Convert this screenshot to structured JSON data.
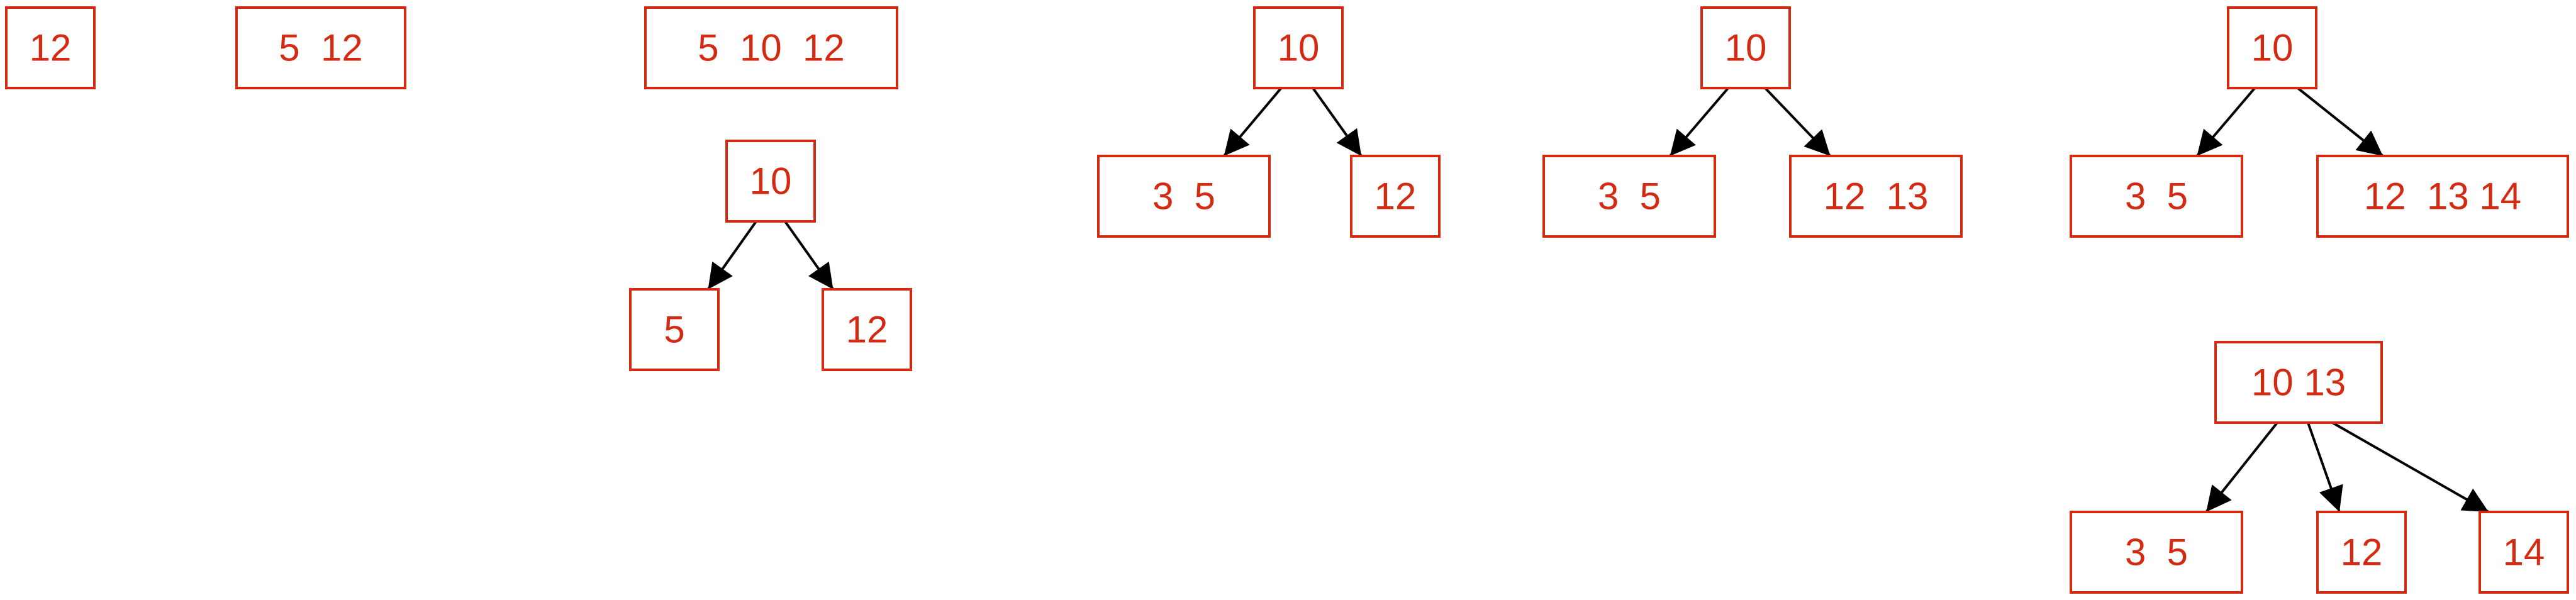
{
  "colors": {
    "node": "#d42a12",
    "edge": "#000000"
  },
  "diagram": {
    "nodes": [
      {
        "id": "s1",
        "label": "12"
      },
      {
        "id": "s2",
        "label": "5  12"
      },
      {
        "id": "s3",
        "label": "5  10  12"
      },
      {
        "id": "s4-root",
        "label": "10"
      },
      {
        "id": "s4-left",
        "label": "5"
      },
      {
        "id": "s4-right",
        "label": "12"
      },
      {
        "id": "s5-root",
        "label": "10"
      },
      {
        "id": "s5-left",
        "label": "3  5"
      },
      {
        "id": "s5-right",
        "label": "12"
      },
      {
        "id": "s6-root",
        "label": "10"
      },
      {
        "id": "s6-left",
        "label": "3  5"
      },
      {
        "id": "s6-right",
        "label": "12  13"
      },
      {
        "id": "s7-root",
        "label": "10"
      },
      {
        "id": "s7-left",
        "label": "3  5"
      },
      {
        "id": "s7-right",
        "label": "12  13 14"
      },
      {
        "id": "s8-root",
        "label": "10 13"
      },
      {
        "id": "s8-left",
        "label": "3  5"
      },
      {
        "id": "s8-mid",
        "label": "12"
      },
      {
        "id": "s8-right",
        "label": "14"
      }
    ],
    "edges": [
      {
        "from": "s4-root",
        "to": "s4-left"
      },
      {
        "from": "s4-root",
        "to": "s4-right"
      },
      {
        "from": "s5-root",
        "to": "s5-left"
      },
      {
        "from": "s5-root",
        "to": "s5-right"
      },
      {
        "from": "s6-root",
        "to": "s6-left"
      },
      {
        "from": "s6-root",
        "to": "s6-right"
      },
      {
        "from": "s7-root",
        "to": "s7-left"
      },
      {
        "from": "s7-root",
        "to": "s7-right"
      },
      {
        "from": "s8-root",
        "to": "s8-left"
      },
      {
        "from": "s8-root",
        "to": "s8-mid"
      },
      {
        "from": "s8-root",
        "to": "s8-right"
      }
    ]
  }
}
